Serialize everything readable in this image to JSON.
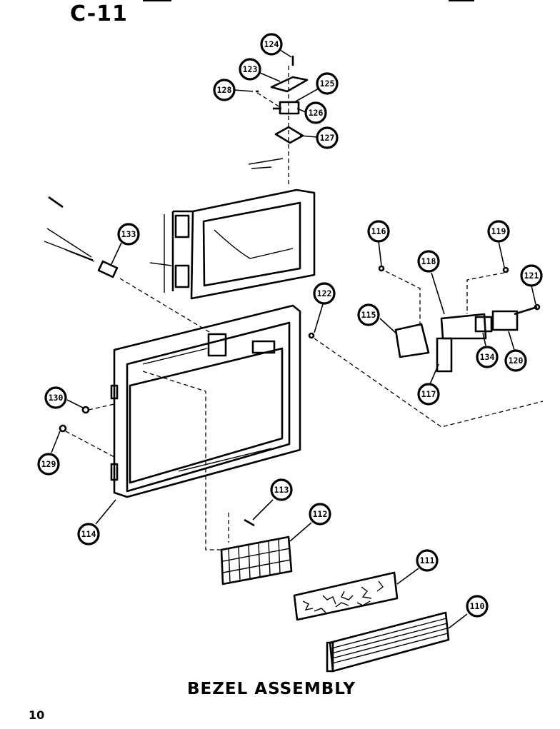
{
  "header": {
    "page_code": "C-11"
  },
  "footer": {
    "caption": "BEZEL ASSEMBLY",
    "page_number": "10"
  },
  "diagram": {
    "callouts": [
      {
        "id": "c124",
        "label": "124"
      },
      {
        "id": "c123",
        "label": "123"
      },
      {
        "id": "c125",
        "label": "125"
      },
      {
        "id": "c128",
        "label": "128"
      },
      {
        "id": "c126",
        "label": "126"
      },
      {
        "id": "c127",
        "label": "127"
      },
      {
        "id": "c133",
        "label": "133"
      },
      {
        "id": "c116",
        "label": "116"
      },
      {
        "id": "c119",
        "label": "119"
      },
      {
        "id": "c118",
        "label": "118"
      },
      {
        "id": "c121",
        "label": "121"
      },
      {
        "id": "c122",
        "label": "122"
      },
      {
        "id": "c115",
        "label": "115"
      },
      {
        "id": "c134",
        "label": "134"
      },
      {
        "id": "c120",
        "label": "120"
      },
      {
        "id": "c117",
        "label": "117"
      },
      {
        "id": "c130",
        "label": "130"
      },
      {
        "id": "c129",
        "label": "129"
      },
      {
        "id": "c113",
        "label": "113"
      },
      {
        "id": "c112",
        "label": "112"
      },
      {
        "id": "c114",
        "label": "114"
      },
      {
        "id": "c111",
        "label": "111"
      },
      {
        "id": "c110",
        "label": "110"
      }
    ]
  }
}
